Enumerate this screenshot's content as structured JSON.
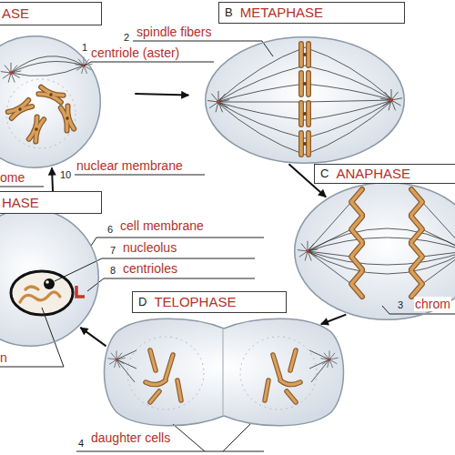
{
  "diagram": {
    "nodes": [
      {
        "text": [
          "ASE"
        ]
      },
      {
        "text": [
          "B",
          "METAPHASE"
        ]
      },
      {
        "text": [
          "C",
          "ANAPHASE"
        ]
      },
      {
        "text": [
          "HASE"
        ]
      },
      {
        "text": [
          "D",
          "TELOPHASE"
        ]
      }
    ],
    "edges": [
      {
        "from": 0,
        "to": 1,
        "arrow": "to"
      },
      {
        "from": 1,
        "to": 2,
        "arrow": "to"
      },
      {
        "from": 2,
        "to": 4,
        "arrow": "to"
      },
      {
        "from": 4,
        "to": 3,
        "arrow": "to"
      },
      {
        "from": 3,
        "to": 0,
        "arrow": "to"
      }
    ],
    "labels": [
      "2",
      "spindle fibers",
      "1",
      "centriole (aster)",
      "10",
      "nuclear membrane",
      "ome",
      "6",
      "cell membrane",
      "7",
      "nucleolus",
      "8",
      "centrioles",
      "3",
      "chrom",
      "n",
      "4",
      "daughter cells"
    ]
  }
}
